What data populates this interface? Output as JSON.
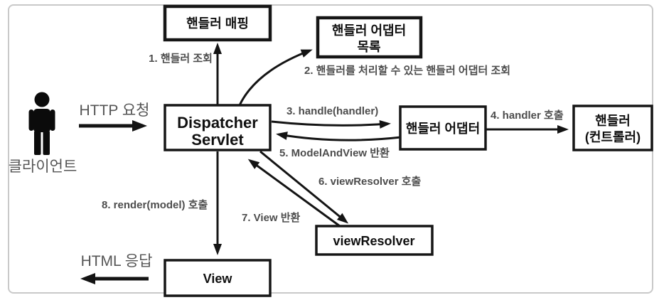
{
  "diagram": {
    "client": {
      "label": "클라이언트",
      "request_label": "HTTP 요청",
      "response_label": "HTML 응답"
    },
    "boxes": {
      "handler_mapping": "핸들러 매핑",
      "handler_adapter_list": {
        "line1": "핸들러 어댑터",
        "line2": "목록"
      },
      "dispatcher": {
        "line1": "Dispatcher",
        "line2": "Servlet"
      },
      "handler_adapter": "핸들러 어댑터",
      "handler": {
        "line1": "핸들러",
        "line2": "(컨트롤러)"
      },
      "view_resolver": "viewResolver",
      "view": "View"
    },
    "steps": {
      "s1": "1. 핸들러 조회",
      "s2": "2. 핸들러를 처리할 수 있는 핸들러 어댑터 조회",
      "s3": "3. handle(handler)",
      "s4": "4. handler 호출",
      "s5": "5. ModelAndView 반환",
      "s6": "6. viewResolver 호출",
      "s7": "7. View 반환",
      "s8": "8. render(model) 호출"
    },
    "colors": {
      "box_border": "#161616",
      "arrow": "#141414",
      "step_label": "#4d4d4d",
      "io_label": "#555555",
      "frame_border": "#c9c9c9"
    }
  }
}
